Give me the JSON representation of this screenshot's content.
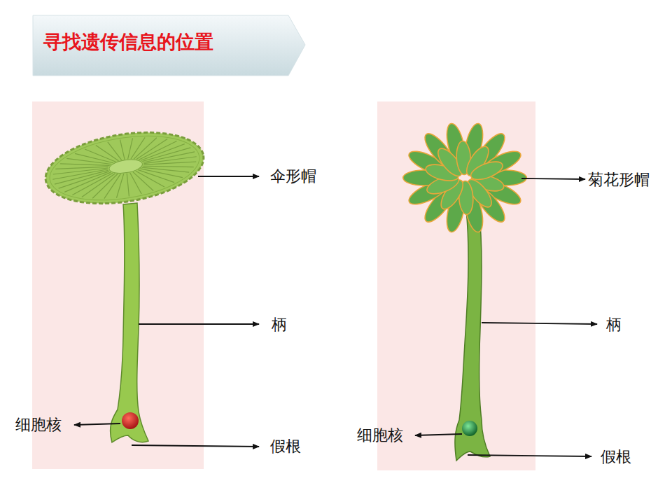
{
  "diagram": {
    "title": "寻找遗传信息的位置",
    "labels": [
      "伞形帽",
      "柄",
      "细胞核",
      "假根",
      "菊花形帽",
      "柄",
      "细胞核",
      "假根"
    ]
  }
}
